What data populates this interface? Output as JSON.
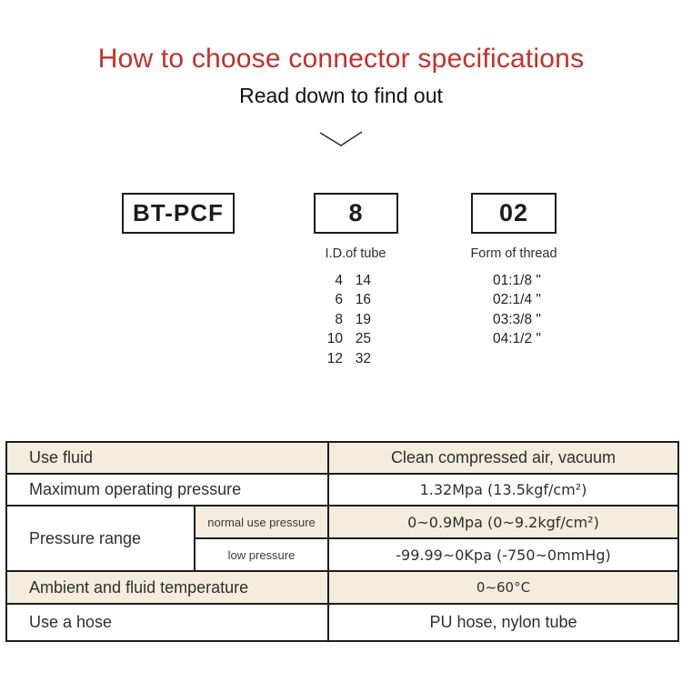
{
  "header": {
    "title": "How to choose connector specifications",
    "subtitle": "Read down to find out"
  },
  "code_builder": {
    "series_box": "BT-PCF",
    "size_box": "8",
    "thread_box": "02",
    "size_caption": "I.D.of tube",
    "thread_caption": "Form of thread",
    "tube_sizes": [
      [
        "4",
        "14"
      ],
      [
        "6",
        "16"
      ],
      [
        "8",
        "19"
      ],
      [
        "10",
        "25"
      ],
      [
        "12",
        "32"
      ]
    ],
    "thread_options": [
      "01:1/8 \"",
      "02:1/4 \"",
      "03:3/8 \"",
      "04:1/2 \""
    ]
  },
  "spec_table": {
    "row1": {
      "label": "Use fluid",
      "value": "Clean compressed air, vacuum"
    },
    "row2": {
      "label": "Maximum operating pressure",
      "value": "1.32Mpa (13.5kgf/cm²)"
    },
    "row3": {
      "label": "Pressure range",
      "sub_label": "normal use pressure",
      "value": "0~0.9Mpa (0~9.2kgf/cm²)"
    },
    "row4": {
      "sub_label": "low pressure",
      "value": "-99.99~0Kpa (-750~0mmHg)"
    },
    "row5": {
      "label": "Ambient and fluid temperature",
      "value": "0~60°C"
    },
    "row6": {
      "label": "Use a hose",
      "value": "PU hose, nylon tube"
    }
  },
  "colors": {
    "accent_red": "#c4302b",
    "row_beige": "#f4ecdd",
    "border": "#1c1c1c"
  }
}
